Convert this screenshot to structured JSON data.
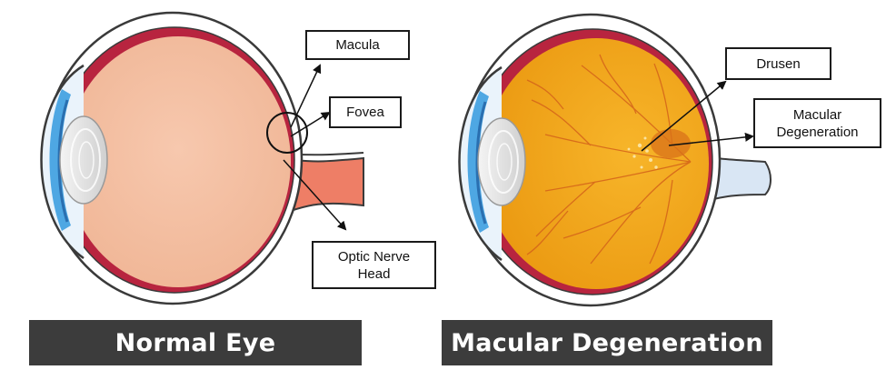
{
  "labels": {
    "macula": "Macula",
    "fovea": "Fovea",
    "optic_nerve_head": "Optic Nerve\nHead",
    "drusen": "Drusen",
    "macular_degeneration": "Macular\nDegeneration"
  },
  "captions": {
    "normal_eye": "Normal Eye",
    "macular_degeneration": "Macular Degeneration"
  },
  "colors": {
    "sclera_outline": "#3a3a3a",
    "choroid": "#b8243f",
    "normal_retina": "#f5c0a3",
    "diseased_retina": "#f2a71c",
    "optic_nerve": "#ee7e66",
    "optic_nerve_pale": "#d9e6f4",
    "iris": "#4ea7e3",
    "lens": "#e6e6e6",
    "vessels": "#d4631a",
    "banner": "#3c3c3c"
  }
}
